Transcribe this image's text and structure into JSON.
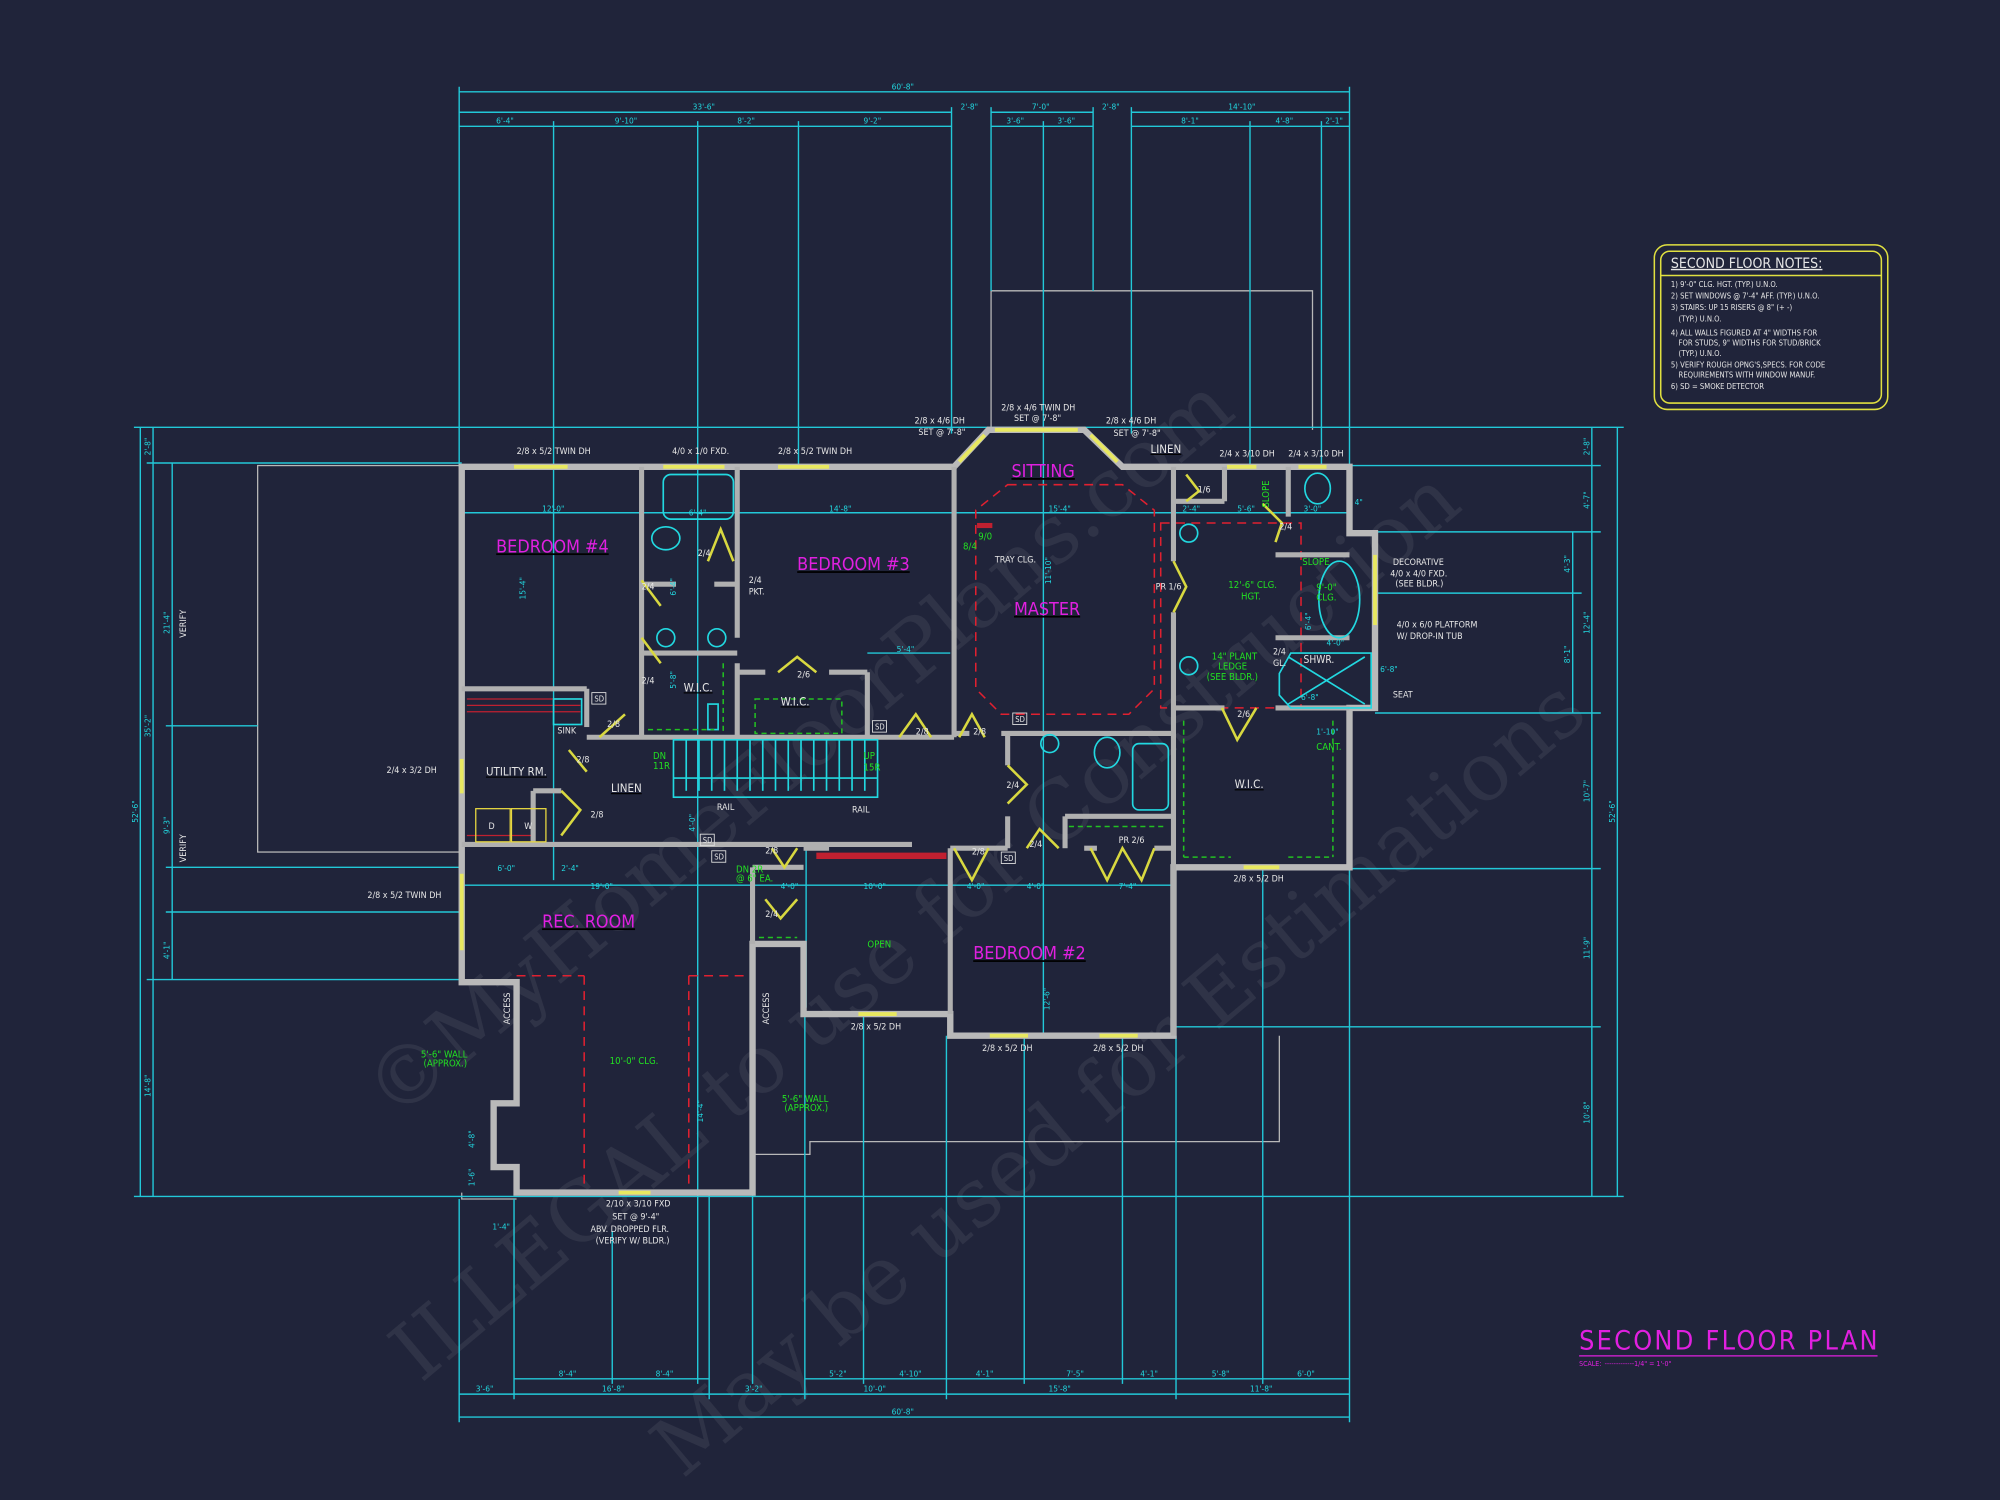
{
  "colors": {
    "background": "#20243a",
    "dimension": "#22c8d8",
    "room_label": "#e020e0",
    "ceiling_note": "#22e022",
    "window_door": "#e8e860",
    "wall": "#b9b9b9",
    "ceiling_outline": "#e02030"
  },
  "title": {
    "main": "SECOND FLOOR PLAN",
    "scale_label": "SCALE:",
    "scale_value": "-------------1/4\" = 1'-0\""
  },
  "notes": {
    "heading": "SECOND FLOOR NOTES:",
    "lines": [
      "1) 9'-0\"  CLG. HGT. (TYP.) U.N.O.",
      "2) SET WINDOWS @ 7'-4\" AFF. (TYP.) U.N.O.",
      "3) STAIRS: UP 15 RISERS @ 8\" (+ -)",
      "(TYP.) U.N.O.",
      "4) ALL WALLS FIGURED AT 4\" WIDTHS FOR",
      "FOR STUDS, 9\" WIDTHS FOR STUD/BRICK",
      "(TYP.) U.N.O.",
      "5) VERIFY ROUGH OPNG'S,SPECS. FOR CODE",
      "REQUIREMENTS WITH WINDOW MANUF.",
      "6) SD = SMOKE DETECTOR"
    ]
  },
  "rooms": {
    "bedroom4": "BEDROOM #4",
    "bedroom3": "BEDROOM #3",
    "sitting": "SITTING",
    "master": "MASTER",
    "bedroom2": "BEDROOM #2",
    "rec_room": "REC. ROOM",
    "utility": "UTILITY RM.",
    "linen_hall": "LINEN",
    "linen_master": "LINEN",
    "wic_bath": "W.I.C.",
    "wic_bed3": "W.I.C.",
    "wic_master": "W.I.C.",
    "shower": "SHWR."
  },
  "windows": [
    "2/8 x 5/2 TWIN DH",
    "4/0 x 1/0 FXD.",
    "2/8 x 5/2 TWIN DH",
    "2/8 x 4/6 DH",
    "SET @ 7'-8\"",
    "2/8 x 4/6 TWIN DH",
    "SET @ 7'-8\"",
    "2/8 x 4/6 DH",
    "SET @ 7'-8\"",
    "2/4 x 3/10 DH",
    "2/4 x 3/10 DH",
    "2/4 x 3/2 DH",
    "2/8 x 5/2 TWIN DH",
    "2/8 x 5/2 DH",
    "2/8 x 5/2 DH",
    "2/8 x 5/2 DH",
    "2/8 x 5/2 DH",
    "2/10 x 3/10 FXD",
    "SET @ 9'-4\"",
    "ABV. DROPPED FLR.",
    "(VERIFY W/ BLDR.)",
    "DECORATIVE",
    "4/0 x 4/0 FXD.",
    "(SEE BLDR.)"
  ],
  "annotations": {
    "white": [
      "TRAY CLG.",
      "SINK",
      "RAIL",
      "RAIL",
      "SEAT",
      "4/0 x 6/0 PLATFORM",
      "W/ DROP-IN TUB",
      "PR 1/6",
      "PR 2/6",
      "2/4",
      "PKT.",
      "ACCESS",
      "ACCESS",
      "D",
      "W"
    ],
    "green": [
      "12'-6\" CLG.",
      "HGT.",
      "14\" PLANT",
      "LEDGE",
      "(SEE BLDR.)",
      "9'-0\"",
      "CLG.",
      "SLOPE",
      "SLOPE",
      "10'-0\" CLG.",
      "OPEN",
      "DN",
      "11R",
      "UP",
      "15R",
      "DN 2R",
      "@ 6\" EA.",
      "5'-6\" WALL",
      "(APPROX.)",
      "5'-6\" WALL",
      "(APPROX.)",
      "CANT.",
      "9/0",
      "8/4"
    ],
    "doors": [
      "2/4",
      "2/4",
      "2/4",
      "2/6",
      "2/8",
      "2/8",
      "2/8",
      "2/8",
      "2/8",
      "2/4",
      "2/4",
      "2/8",
      "2/6",
      "2/4",
      "1/6",
      "2/4",
      "GL.",
      "2/8",
      "2/4"
    ],
    "smoke_detectors": [
      "SD",
      "SD",
      "SD",
      "SD",
      "SD",
      "SD"
    ]
  },
  "dimensions": {
    "top": {
      "overall": "60'-8\"",
      "mid": [
        "33'-6\"",
        "2'-8\"",
        "7'-0\"",
        "2'-8\"",
        "14'-10\""
      ],
      "inner": [
        "6'-4\"",
        "9'-10\"",
        "8'-2\"",
        "9'-2\"",
        "3'-6\"",
        "3'-6\"",
        "8'-1\"",
        "4'-8\"",
        "2'-1\""
      ]
    },
    "bottom": {
      "overall": "60'-8\"",
      "mid": [
        "3'-6\"",
        "16'-8\"",
        "3'-2\"",
        "10'-0\"",
        "15'-8\"",
        "11'-8\""
      ],
      "inner": [
        "8'-4\"",
        "8'-4\"",
        "5'-2\"",
        "4'-10\"",
        "4'-1\"",
        "7'-5\"",
        "4'-1\"",
        "5'-8\"",
        "6'-0\""
      ]
    },
    "left": {
      "overall": "52'-6\"",
      "mid": [
        "2'-8\"",
        "35'-2\"",
        "14'-8\""
      ],
      "inner": [
        "21'-4\"",
        "9'-3\"",
        "4'-1\""
      ],
      "verify": [
        "VERIFY",
        "VERIFY"
      ]
    },
    "right": {
      "overall": "52'-6\"",
      "mid": [
        "2'-8\"",
        "4'-7\"",
        "12'-4\"",
        "10'-7\"",
        "11'-9\"",
        "10'-8\""
      ],
      "inner": [
        "4'-3\"",
        "8'-1\""
      ]
    },
    "interior": [
      "12'-0\"",
      "6'-4\"",
      "14'-8\"",
      "15'-4\"",
      "2'-4\"",
      "5'-6\"",
      "3'-0\"",
      "4\"",
      "15'-4\"",
      "11'-10\"",
      "5'-4\"",
      "19'-0\"",
      "6'-0\"",
      "2'-4\"",
      "10'-0\"",
      "4'-0\"",
      "4'-0\"",
      "4'-0\"",
      "7'-4\"",
      "12'-6\"",
      "14'-4\"",
      "6'-8\"",
      "4'-0\"",
      "6'-4\"",
      "1'-10\"",
      "4'-8\"",
      "1'-6\"",
      "1'-4\"",
      "6'-4\"",
      "5'-8\"",
      "4'-0\"",
      "6'-8\""
    ]
  },
  "watermark": [
    "©MyHomeFloorPlans.com",
    "ILLEGAL to use for Construction",
    "May be used for Estimations"
  ]
}
